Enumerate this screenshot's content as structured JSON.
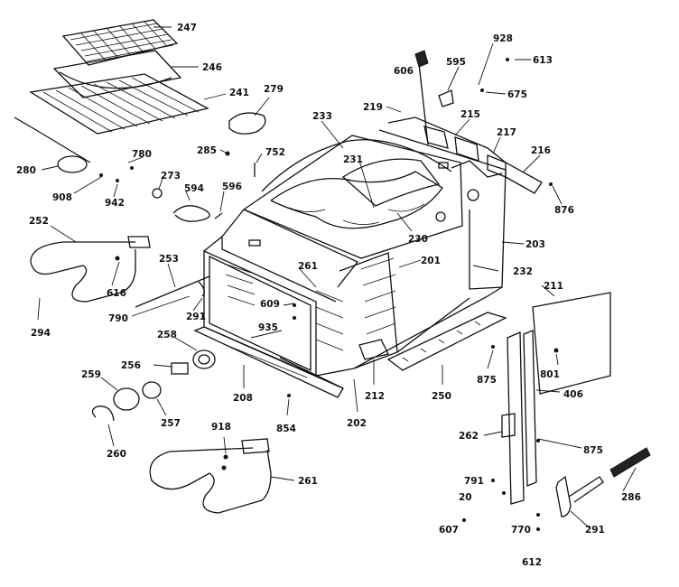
{
  "labels": {
    "l247": "247",
    "l246": "246",
    "l241": "241",
    "l279": "279",
    "l606": "606",
    "l595": "595",
    "l928": "928",
    "l613": "613",
    "l675a": "675",
    "l219": "219",
    "l215": "215",
    "l217": "217",
    "l216": "216",
    "l876": "876",
    "l233": "233",
    "l285": "285",
    "l752": "752",
    "l231": "231",
    "l230": "230",
    "l280": "280",
    "l780": "780",
    "l273": "273",
    "l594": "594",
    "l596": "596",
    "l908": "908",
    "l942": "942",
    "l252": "252",
    "l253": "253",
    "l616": "616",
    "l261a": "261",
    "l201": "201",
    "l203": "203",
    "l232": "232",
    "l211": "211",
    "l609": "609",
    "l291a": "291",
    "l935": "935",
    "l790": "790",
    "l294": "294",
    "l258": "258",
    "l256": "256",
    "l259": "259",
    "l208": "208",
    "l257": "257",
    "l260": "260",
    "l854": "854",
    "l202": "202",
    "l212": "212",
    "l250": "250",
    "l875a": "875",
    "l801": "801",
    "l406": "406",
    "l262": "262",
    "l875b": "875",
    "l918": "918",
    "l261b": "261",
    "l791": "791",
    "l20": "20",
    "l607": "607",
    "l770": "770",
    "l612": "612",
    "l291b": "291",
    "l286": "286"
  }
}
